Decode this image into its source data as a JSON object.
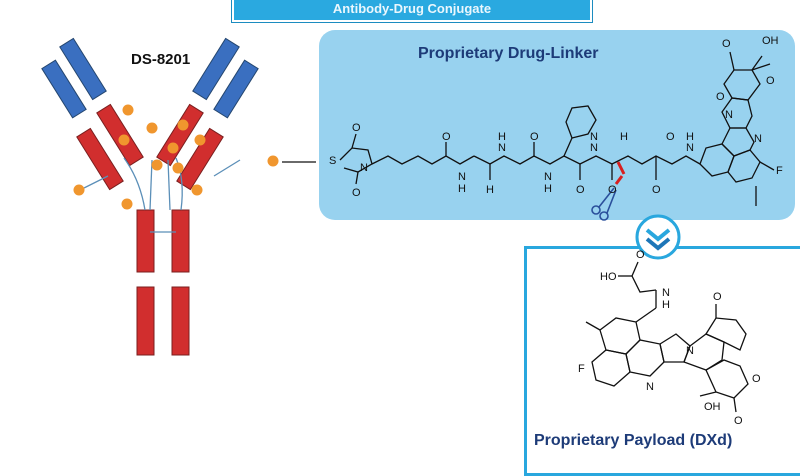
{
  "banner": {
    "text": "Antibody-Drug Conjugate"
  },
  "antibody": {
    "name": "DS-8201"
  },
  "drug_linker": {
    "title": "Proprietary Drug-Linker",
    "atoms": [
      "S",
      "O",
      "N",
      "O",
      "N",
      "H",
      "O",
      "H",
      "N",
      "O",
      "H",
      "N",
      "O",
      "H",
      "N",
      "O",
      "N",
      "H",
      "O",
      "N",
      "H",
      "O",
      "N",
      "N",
      "O",
      "O",
      "O",
      "OH",
      "F"
    ]
  },
  "payload": {
    "title": "Proprietary Payload (DXd)",
    "atoms": [
      "HO",
      "O",
      "N",
      "H",
      "N",
      "O",
      "O",
      "F",
      "N",
      "OH",
      "O"
    ]
  },
  "colors": {
    "heavy_chain_red": "#d12e2e",
    "variable_blue": "#3a6fc0",
    "drug_dot_orange": "#f0962e",
    "linker_panel": "#98d2ef",
    "accent_blue": "#29a7de",
    "title_navy": "#1d3b78"
  },
  "icons": [
    "scissors-icon",
    "chevron-down-badge-icon"
  ]
}
